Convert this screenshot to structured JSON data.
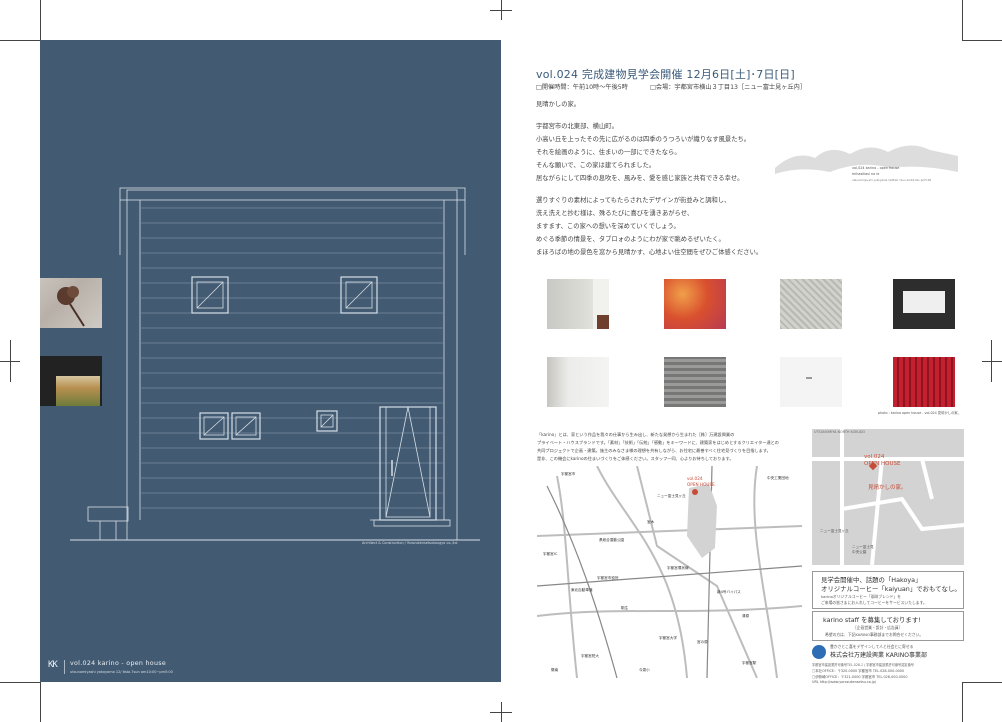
{
  "left": {
    "architect_credit": "Architect & Construction / Yorozukensetsukougyo co.,ltd.",
    "logo": "KK",
    "footer_title": "vol.024 karino - open house",
    "footer_sub": "utsunomiyashi yokoyama 12/ 6sto.7sun am10:00~pm5:00"
  },
  "header": {
    "title": "vol.024 完成建物見学会開催 12月6日[土]･7日[日]",
    "hours": "□開催時間：午前10時～午後5時",
    "venue": "□会場：宇都宮市横山３丁目13［ニュー富士見ヶ丘内］"
  },
  "body": {
    "lines": [
      "見晴かしの家。",
      "",
      "宇都宮市の北東部、横山町。",
      "小高い丘を上ったその先に広がるのは四季のうつろいが織りなす風景たち。",
      "それを絵画のように、住まいの一部にできたなら。",
      "そんな願いで、この家は建てられました。",
      "居ながらにして四季の息吹を、風みを、愛を感じ家族と共有できる幸せ。",
      "",
      "選りすぐりの素材によってもたらされたデザインが街並みと調和し、",
      "洗え洗えと抄む様は、殊るたびに喜びを湧きあがらせ、",
      "ますます、この家への想いを深めていくでしょう。",
      "めぐる季節の情景を、タブロォのようにわが家で眺めるぜいたく。",
      "まほろばの地の景色を窓から見晴かす、心地よい住空間をぜひご体感ください。"
    ]
  },
  "sketch": {
    "line1": "vol.024 karino - open house",
    "line2": "mihasikasi no ie",
    "line3": "utsunomiya-shi yokoyama 12/6sto 7sun am10:00~pm5:00"
  },
  "photo_credit": "photo : karino open house - vol.024 見晴かしの家。",
  "intro": {
    "lines": [
      "「karino」とは、家という作品を我々の仕事から生み出し、新たな発想から生まれた［株］万建設興業の",
      "プライベート・ハウスブランドです。「素材」「技術」「伝統」「感動」をキーワードに、建築家をはじめとするクリエイター達との",
      "共同プロジェクトで企画・建築。施主のみなさま様の理想を共有しながら、お住宅に最善すべく住宅見づくりを目指します。",
      "是非、この機会にkarinoの住まいづくりをご体感ください。スタッフ一同、心よりお待ちしております。"
    ]
  },
  "small_map": {
    "header": "UTSUNOMIYA NORTH KOKUDO",
    "vol": "vol.024",
    "open_house": "OPEN HOUSE",
    "name": "見晴かしの家。",
    "label1": "ニュー富士見ヶ丘",
    "label2": "ニュー富士見\n中央公園"
  },
  "main_map": {
    "vol": "vol.024",
    "open_house": "OPEN HOUSE",
    "labels": [
      "宇都宮市",
      "宇都宮市役所",
      "ニュー富士見ヶ丘",
      "宇都宮IC",
      "中央工業団地",
      "県総合運動公園",
      "宇都宮環状線",
      "宇都宮駅",
      "東北自動車道",
      "宝木",
      "宇都宮大学",
      "清原",
      "駒生",
      "新4号バイパス",
      "宮の原",
      "宇都宮短大",
      "今泉小",
      "陽南"
    ]
  },
  "notice1": {
    "line1": "見学会開催中、話題の「Hakoya」",
    "line2": "オリジナルコーヒー「kaiyuan」でおもてなし。",
    "line3": "karinoオリジナルコーヒー「珈琲ブレンド」を",
    "line4": "ご来場の皆さまにお入れしてコーヒーをサービスいたします。"
  },
  "notice2": {
    "line1": "karino staff を募集しております!",
    "line2": "［企画営業・設計・広告員］",
    "line3": "希望の方は、下記KARINO事務部までお問合せください。"
  },
  "company": {
    "tagline": "豊かさとこ喜をデザインして人と社会とに寄せる",
    "name": "株式会社万建設興業  KARINO事業部",
    "addr1": "宇都宮市建設業許可番号TEL.028-1 / 宇都宮市建設業許可番号認定番号",
    "office1": "□本社OFFICE：〒320-0000 宇都宮市 TEL.028-000-0000",
    "office2": "□伊勢崎OFFICE：〒321-0000 宇都宮市 TEL.028-000-0000",
    "url": "URL http://www.yorozukensetsu.co.jp/"
  },
  "colors": {
    "panel": "#435b72",
    "accent": "#c64c38",
    "sketch_gray": "#dddddd",
    "map_gray": "#d3d3d3"
  }
}
